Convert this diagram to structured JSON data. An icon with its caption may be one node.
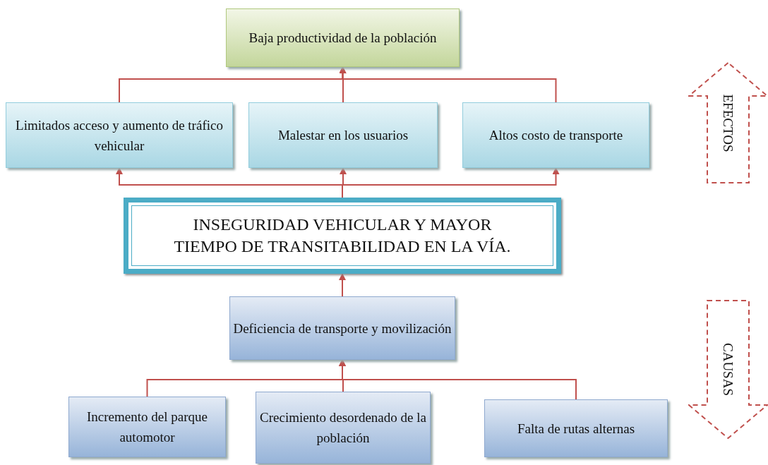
{
  "diagram": {
    "nodes": [
      {
        "text": [
          "Baja productividad de la población"
        ]
      },
      {
        "text": [
          "Limitados acceso y aumento de tráfico vehicular"
        ]
      },
      {
        "text": [
          "Malestar en los usuarios"
        ]
      },
      {
        "text": [
          "Altos costo de transporte"
        ]
      },
      {
        "text": [
          "INSEGURIDAD VEHICULAR Y MAYOR TIEMPO DE TRANSITABILIDAD  EN LA VÍA."
        ]
      },
      {
        "text": [
          "Deficiencia de transporte y movilización"
        ]
      },
      {
        "text": [
          "Incremento del parque automotor"
        ]
      },
      {
        "text": [
          "Crecimiento desordenado de la población"
        ]
      },
      {
        "text": [
          "Falta de rutas alternas"
        ]
      },
      {
        "text": [
          "EFECTOS"
        ]
      },
      {
        "text": [
          "CAUSAS"
        ]
      }
    ],
    "edges": [
      {
        "from": 1,
        "to": 0,
        "arrow": "to"
      },
      {
        "from": 2,
        "to": 0,
        "arrow": "to"
      },
      {
        "from": 3,
        "to": 0,
        "arrow": "to"
      },
      {
        "from": 4,
        "to": 1,
        "arrow": "to"
      },
      {
        "from": 4,
        "to": 2,
        "arrow": "to"
      },
      {
        "from": 4,
        "to": 3,
        "arrow": "to"
      },
      {
        "from": 5,
        "to": 4,
        "arrow": "to"
      },
      {
        "from": 6,
        "to": 5,
        "arrow": "to"
      },
      {
        "from": 7,
        "to": 5,
        "arrow": "to"
      },
      {
        "from": 8,
        "to": 5,
        "arrow": "to"
      }
    ]
  }
}
